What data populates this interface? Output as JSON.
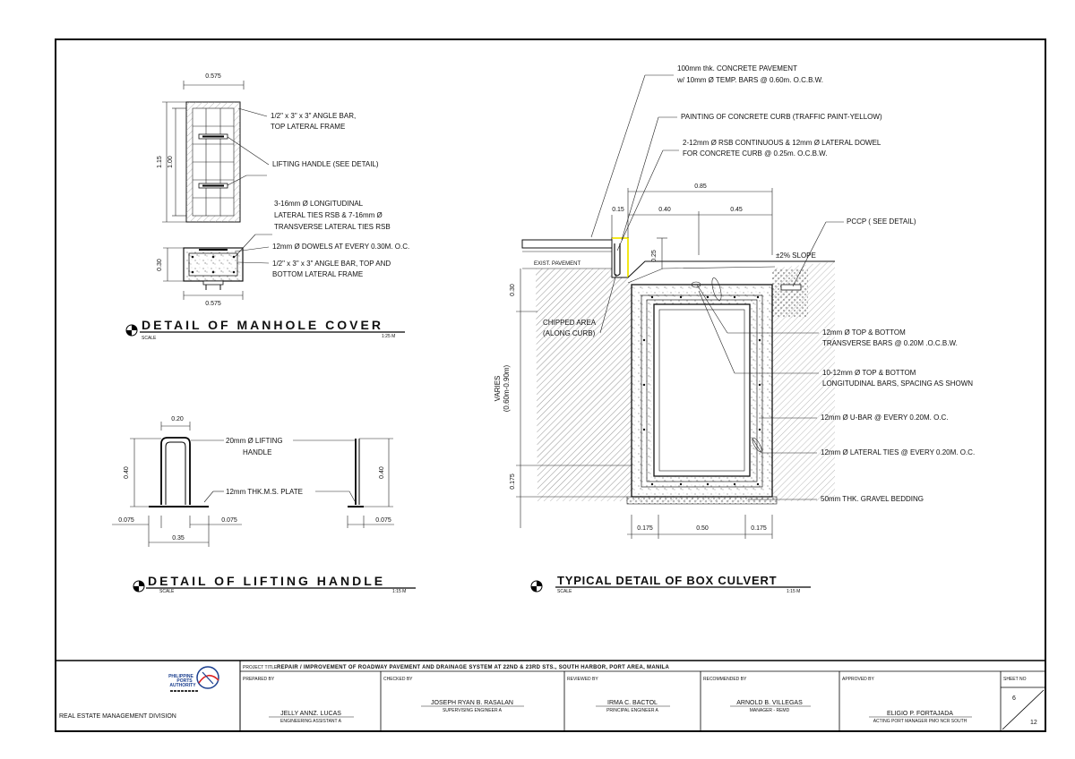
{
  "manhole": {
    "dim_top": "0.575",
    "dim_height_outer": "1.15",
    "dim_height_inner": "1.00",
    "dim_section_height": "0.30",
    "dim_section_width": "0.575",
    "note_angle_bar_top": "1/2\" x 3\" x 3\" ANGLE BAR,",
    "note_angle_bar_top2": "TOP LATERAL FRAME",
    "note_lifting_handle": "LIFTING HANDLE (SEE DETAIL)",
    "note_ties1": "3-16mm Ø LONGITUDINAL",
    "note_ties2": "LATERAL TIES RSB & 7-16mm Ø",
    "note_ties3": "TRANSVERSE LATERAL TIES RSB",
    "note_dowels": "12mm Ø DOWELS AT EVERY 0.30M. O.C.",
    "note_angle_bar_tb": "1/2\" x 3\" x 3\" ANGLE BAR, TOP AND",
    "note_angle_bar_tb2": "BOTTOM LATERAL FRAME",
    "title": "DETAIL OF MANHOLE COVER",
    "scale_label": "SCALE",
    "scale": "1:25 M"
  },
  "handle": {
    "dim_width_top": "0.20",
    "dim_height_left": "0.40",
    "dim_height_right": "0.40",
    "dim_left_offset": "0.075",
    "dim_right_offset": "0.075",
    "dim_side_offset": "0.075",
    "dim_base": "0.35",
    "note_handle1": "20mm Ø LIFTING",
    "note_handle2": "HANDLE",
    "note_plate": "12mm THK.M.S. PLATE",
    "title": "DETAIL OF LIFTING HANDLE",
    "scale_label": "SCALE",
    "scale": "1:15 M"
  },
  "culvert": {
    "note_pavement1": "100mm thk. CONCRETE PAVEMENT",
    "note_pavement2": "w/ 10mm Ø TEMP. BARS @ 0.60m. O.C.B.W.",
    "note_paint": "PAINTING OF CONCRETE CURB (TRAFFIC PAINT-YELLOW)",
    "note_rsb1": "2-12mm Ø RSB CONTINUOUS & 12mm Ø LATERAL DOWEL",
    "note_rsb2": "FOR CONCRETE CURB @ 0.25m. O.C.B.W.",
    "dim_085": "0.85",
    "dim_015": "0.15",
    "dim_040": "0.40",
    "dim_045": "0.45",
    "dim_025": "0.25",
    "note_pccp": "PCCP ( SEE DETAIL)",
    "note_slope": "±2% SLOPE",
    "note_exist": "EXIST. PAVEMENT",
    "dim_030": "0.30",
    "note_chipped1": "CHIPPED AREA",
    "note_chipped2": "(ALONG CURB)",
    "dim_varies1": "VARIES",
    "dim_varies2": "(0.60m-0.90m)",
    "dim_0175v": "0.175",
    "note_trans1": "12mm Ø TOP & BOTTOM",
    "note_trans2": "TRANSVERSE BARS @ 0.20M .O.C.B.W.",
    "note_long1": "10-12mm Ø TOP & BOTTOM",
    "note_long2": "LONGITUDINAL BARS, SPACING AS SHOWN",
    "note_ubar": "12mm Ø U-BAR @ EVERY 0.20M. O.C.",
    "note_lat": "12mm Ø LATERAL TIES @ EVERY 0.20M. O.C.",
    "note_gravel": "50mm THK. GRAVEL BEDDING",
    "dim_b1": "0.175",
    "dim_b2": "0.50",
    "dim_b3": "0.175",
    "title": "TYPICAL DETAIL OF BOX CULVERT",
    "scale_label": "SCALE",
    "scale": "1:15 M"
  },
  "titleblock": {
    "logo_line1": "PHILIPPINE",
    "logo_line2": "PORTS",
    "logo_line3": "AUTHORITY",
    "division": "REAL ESTATE MANAGEMENT DIVISION",
    "project_label": "PROJECT TITLE",
    "project_title": "REPAIR / IMPROVEMENT OF ROADWAY PAVEMENT AND DRAINAGE SYSTEM AT 22ND & 23RD STS., SOUTH HARBOR, PORT AREA, MANILA",
    "prepared_label": "PREPARED BY",
    "prepared_name": "JELLY ANNZ. LUCAS",
    "prepared_pos": "ENGINEERING ASSISTANT A",
    "checked_label": "CHECKED BY",
    "checked_name": "JOSEPH RYAN B. RASALAN",
    "checked_pos": "SUPERVISING ENGINEER A",
    "reviewed_label": "REVIEWED BY",
    "reviewed_name": "IRMA C. BACTOL",
    "reviewed_pos": "PRINCIPAL ENGINEER A",
    "recommended_label": "RECOMMENDED BY",
    "recommended_name": "ARNOLD B. VILLEGAS",
    "recommended_pos": "MANAGER - REMD",
    "approved_label": "APPROVED BY",
    "approved_name": "ELIGIO P. FORTAJADA",
    "approved_pos": "ACTING PORT MANAGER PMO NCR SOUTH",
    "sheet_label": "SHEET NO",
    "sheet_no": "6",
    "sheet_total": "12"
  },
  "colors": {
    "line": "#111111",
    "curb_paint": "#f2e600",
    "hatch": "#888888",
    "logo_blue": "#1b3f8f",
    "logo_red": "#d22"
  }
}
